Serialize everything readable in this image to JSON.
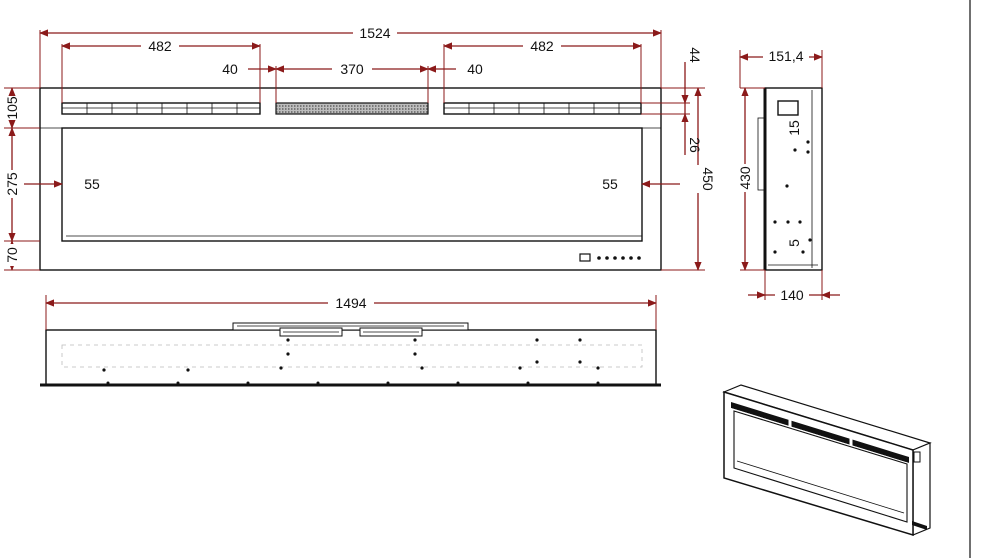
{
  "dimensions": {
    "total_width": "1524",
    "left_vent": "482",
    "right_vent": "482",
    "center_grille": "370",
    "gap_left": "40",
    "gap_right": "40",
    "top_band": "105",
    "vent_height": "44",
    "vent_to_screen": "26",
    "screen_height": "275",
    "total_height": "450",
    "bottom_band": "70",
    "side_margin_left": "55",
    "side_margin_right": "55",
    "bottom_width": "1494",
    "side_depth_top": "151,4",
    "side_height": "430",
    "side_detail_top": "15",
    "side_detail_bottom": "5",
    "side_depth_bottom": "140"
  },
  "colors": {
    "dimension_line": "#8b1a1a",
    "outline": "#111111",
    "background": "#ffffff"
  }
}
